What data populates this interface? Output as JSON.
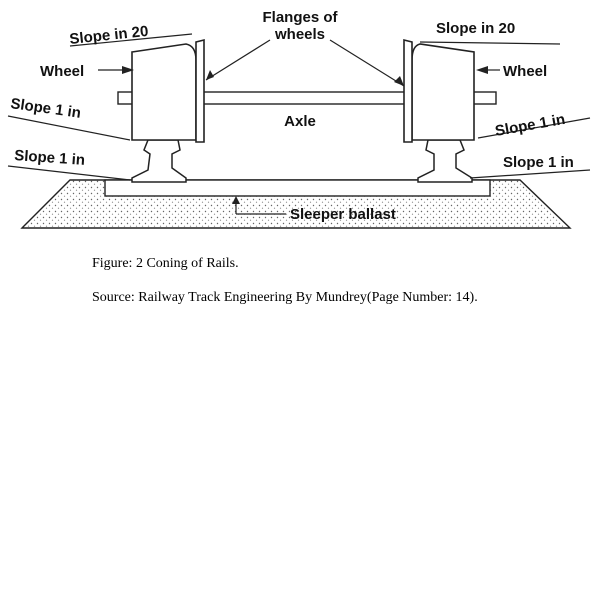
{
  "diagram": {
    "labels": {
      "slope_in_20_left": "Slope in 20",
      "slope_in_20_right": "Slope in 20",
      "flanges": [
        "Flanges of",
        "wheels"
      ],
      "wheel_left": "Wheel",
      "wheel_right": "Wheel",
      "slope_1_in_upper_left": "Slope 1 in",
      "slope_1_in_lower_left": "Slope 1 in",
      "slope_1_in_upper_right": "Slope 1 in",
      "slope_1_in_lower_right": "Slope 1 in",
      "axle": "Axle",
      "sleeper_ballast": "Sleeper ballast"
    }
  },
  "caption": {
    "figure": "Figure: 2 Coning of Rails.",
    "source": "Source: Railway Track Engineering By Mundrey(Page Number: 14)."
  }
}
